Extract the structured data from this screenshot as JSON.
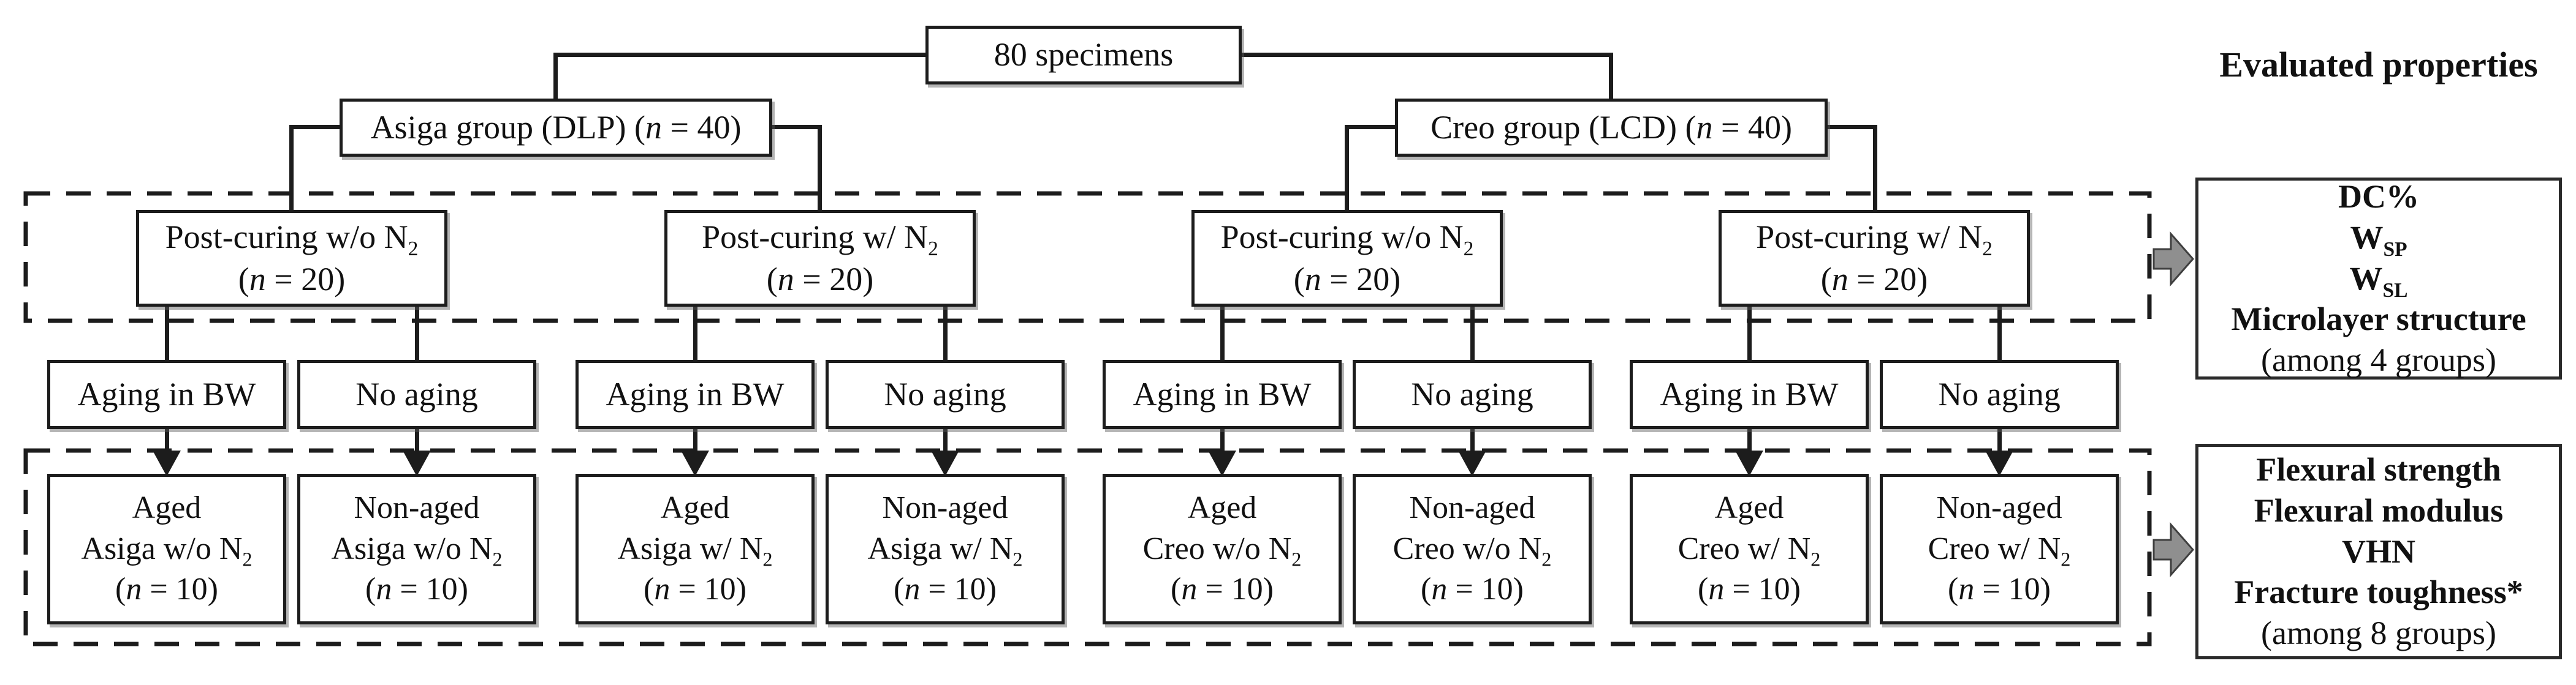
{
  "figure": {
    "root": {
      "label": "80 specimens"
    },
    "groups": [
      {
        "name": "Asiga group (DLP)",
        "count": {
          "o": "(",
          "v": "n",
          "r": " = 40)"
        }
      },
      {
        "name": "Creo group (LCD)",
        "count": {
          "o": "(",
          "v": "n",
          "r": " = 40)"
        }
      }
    ],
    "post_curing": [
      {
        "line1": "Post-curing w/o N",
        "sub": "2",
        "count": {
          "o": "(",
          "v": "n",
          "r": " = 20)"
        }
      },
      {
        "line1": "Post-curing w/ N",
        "sub": "2",
        "count": {
          "o": "(",
          "v": "n",
          "r": " = 20)"
        }
      },
      {
        "line1": "Post-curing w/o N",
        "sub": "2",
        "count": {
          "o": "(",
          "v": "n",
          "r": " = 20)"
        }
      },
      {
        "line1": "Post-curing w/ N",
        "sub": "2",
        "count": {
          "o": "(",
          "v": "n",
          "r": " = 20)"
        }
      }
    ],
    "aging": [
      {
        "label": "Aging in BW"
      },
      {
        "label": "No aging"
      },
      {
        "label": "Aging in BW"
      },
      {
        "label": "No aging"
      },
      {
        "label": "Aging in BW"
      },
      {
        "label": "No aging"
      },
      {
        "label": "Aging in BW"
      },
      {
        "label": "No aging"
      }
    ],
    "final_groups": [
      {
        "line1": "Aged",
        "line2": "Asiga w/o N",
        "sub": "2",
        "count": {
          "o": "(",
          "v": "n",
          "r": " = 10)"
        }
      },
      {
        "line1": "Non-aged",
        "line2": "Asiga w/o N",
        "sub": "2",
        "count": {
          "o": "(",
          "v": "n",
          "r": " = 10)"
        }
      },
      {
        "line1": "Aged",
        "line2": "Asiga w/ N",
        "sub": "2",
        "count": {
          "o": "(",
          "v": "n",
          "r": " = 10)"
        }
      },
      {
        "line1": "Non-aged",
        "line2": "Asiga w/ N",
        "sub": "2",
        "count": {
          "o": "(",
          "v": "n",
          "r": " = 10)"
        }
      },
      {
        "line1": "Aged",
        "line2": "Creo w/o N",
        "sub": "2",
        "count": {
          "o": "(",
          "v": "n",
          "r": " = 10)"
        }
      },
      {
        "line1": "Non-aged",
        "line2": "Creo w/o N",
        "sub": "2",
        "count": {
          "o": "(",
          "v": "n",
          "r": " = 10)"
        }
      },
      {
        "line1": "Aged",
        "line2": "Creo w/ N",
        "sub": "2",
        "count": {
          "o": "(",
          "v": "n",
          "r": " = 10)"
        }
      },
      {
        "line1": "Non-aged",
        "line2": "Creo w/ N",
        "sub": "2",
        "count": {
          "o": "(",
          "v": "n",
          "r": " = 10)"
        }
      }
    ]
  },
  "evaluated": {
    "title": "Evaluated properties",
    "box1": {
      "item1": "DC%",
      "item2": {
        "main": "W",
        "sub": "SP"
      },
      "item3": {
        "main": "W",
        "sub": "SL"
      },
      "item4": "Microlayer structure",
      "note": "(among 4 groups)"
    },
    "box2": {
      "item1": "Flexural strength",
      "item2": "Flexural modulus",
      "item3": "VHN",
      "item4": "Fracture toughness*",
      "note": "(among 8 groups)"
    }
  },
  "colors": {
    "line": "#1c1c1c",
    "box_background": "#ffffff",
    "block_arrow_fill": "#8f8f8f",
    "block_arrow_stroke": "#3f3f3f"
  }
}
